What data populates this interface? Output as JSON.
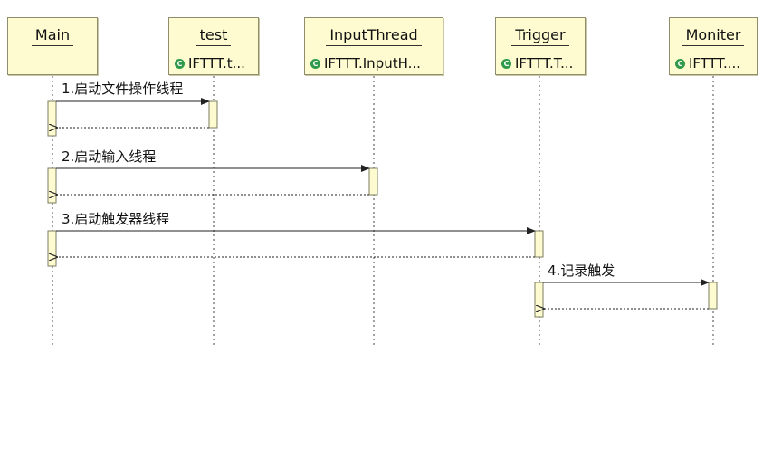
{
  "lifelines": [
    {
      "id": "main",
      "name": "Main",
      "class_label": "",
      "icon": ""
    },
    {
      "id": "test",
      "name": "test",
      "class_label": "IFTTT.t...",
      "icon": "class-icon"
    },
    {
      "id": "input",
      "name": "InputThread",
      "class_label": "IFTTT.InputH...",
      "icon": "class-icon"
    },
    {
      "id": "trigger",
      "name": "Trigger",
      "class_label": "IFTTT.T...",
      "icon": "class-icon"
    },
    {
      "id": "moniter",
      "name": "Moniter",
      "class_label": "IFTTT....",
      "icon": "class-icon"
    }
  ],
  "messages": [
    {
      "label": "1.启动文件操作线程",
      "from": "main",
      "to": "test"
    },
    {
      "label": "2.启动输入线程",
      "from": "main",
      "to": "input"
    },
    {
      "label": "3.启动触发器线程",
      "from": "main",
      "to": "trigger"
    },
    {
      "label": "4.记录触发",
      "from": "trigger",
      "to": "moniter"
    }
  ],
  "colors": {
    "box_fill": "#fdfbcf",
    "box_border": "#8e8e6e",
    "class_icon": "#2f9a4a",
    "line": "#333333"
  }
}
